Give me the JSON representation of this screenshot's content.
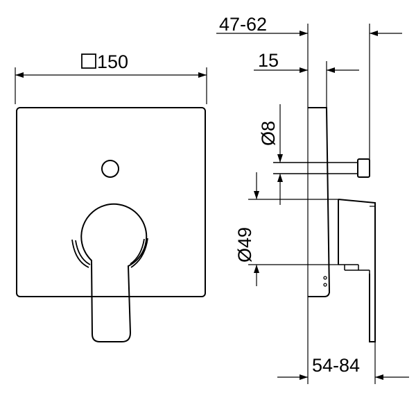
{
  "diagram": {
    "front_view": {
      "width_label": "150"
    },
    "side_view": {
      "total_depth_label": "47-62",
      "plate_offset_label": "15",
      "small_bore_label": "Ø8",
      "spindle_label": "Ø49",
      "bottom_depth_label": "54-84"
    }
  }
}
